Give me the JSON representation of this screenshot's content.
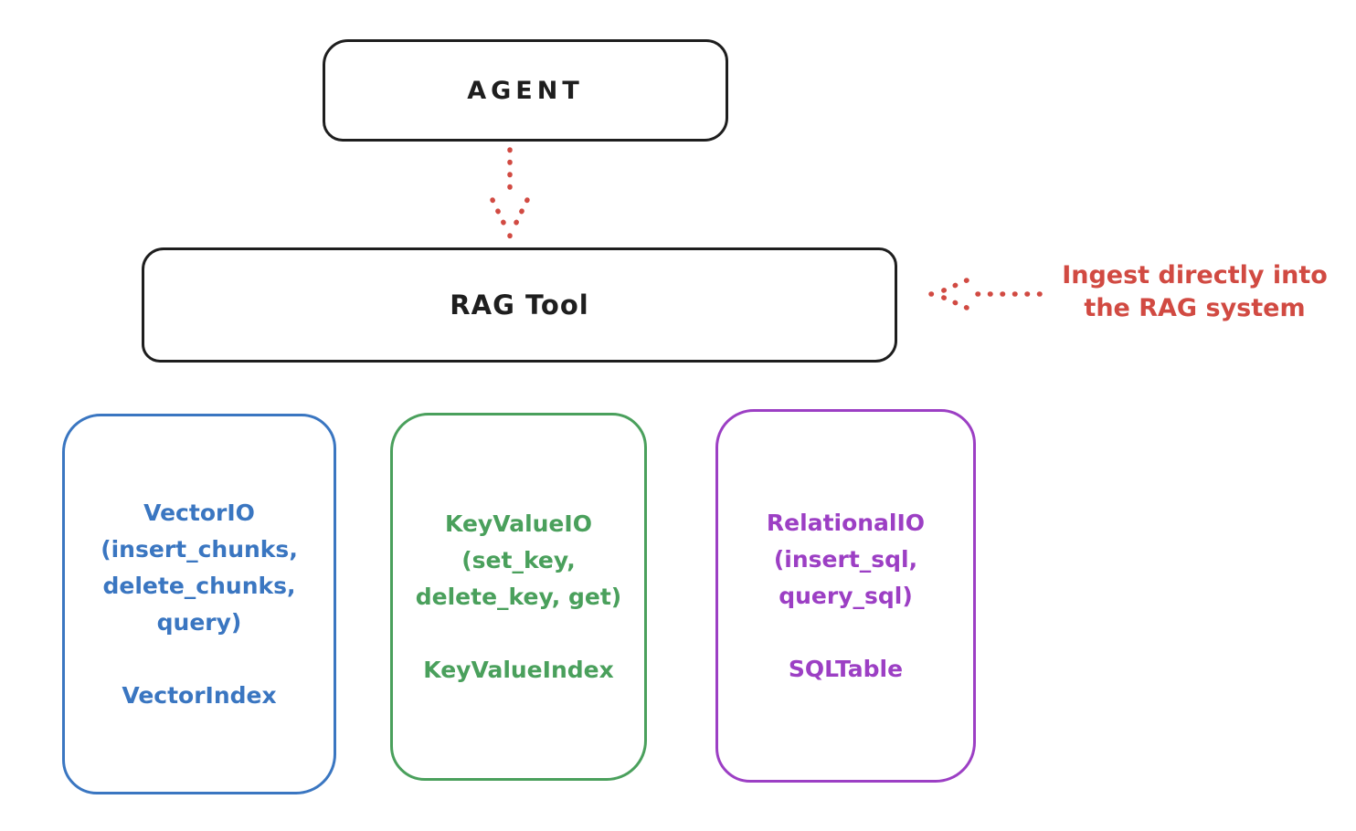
{
  "colors": {
    "ink": "#1e1e1e",
    "red": "#d14a42",
    "blue": "#3a76c1",
    "green": "#4aa05c",
    "purple": "#9c3fc4",
    "background": "#ffffff"
  },
  "agent_box": {
    "label": "AGENT"
  },
  "rag_box": {
    "label": "RAG Tool"
  },
  "ingest_annotation": {
    "line1": "Ingest directly into",
    "line2": "the RAG system",
    "color": "#d14a42"
  },
  "arrows": [
    {
      "name": "agent-to-rag",
      "style": "dotted",
      "direction": "down",
      "color": "#d14a42"
    },
    {
      "name": "ingest-into-rag",
      "style": "dotted",
      "direction": "left",
      "color": "#d14a42"
    }
  ],
  "io_boxes": [
    {
      "name": "vector-io",
      "color": "#3a76c1",
      "lines": [
        "VectorIO",
        "(insert_chunks,",
        "delete_chunks,",
        "query)"
      ],
      "footer": "VectorIndex"
    },
    {
      "name": "key-value-io",
      "color": "#4aa05c",
      "lines": [
        "KeyValueIO",
        "(set_key,",
        "delete_key, get)"
      ],
      "footer": "KeyValueIndex"
    },
    {
      "name": "relational-io",
      "color": "#9c3fc4",
      "lines": [
        "RelationalIO",
        "(insert_sql,",
        "query_sql)"
      ],
      "footer": "SQLTable"
    }
  ]
}
